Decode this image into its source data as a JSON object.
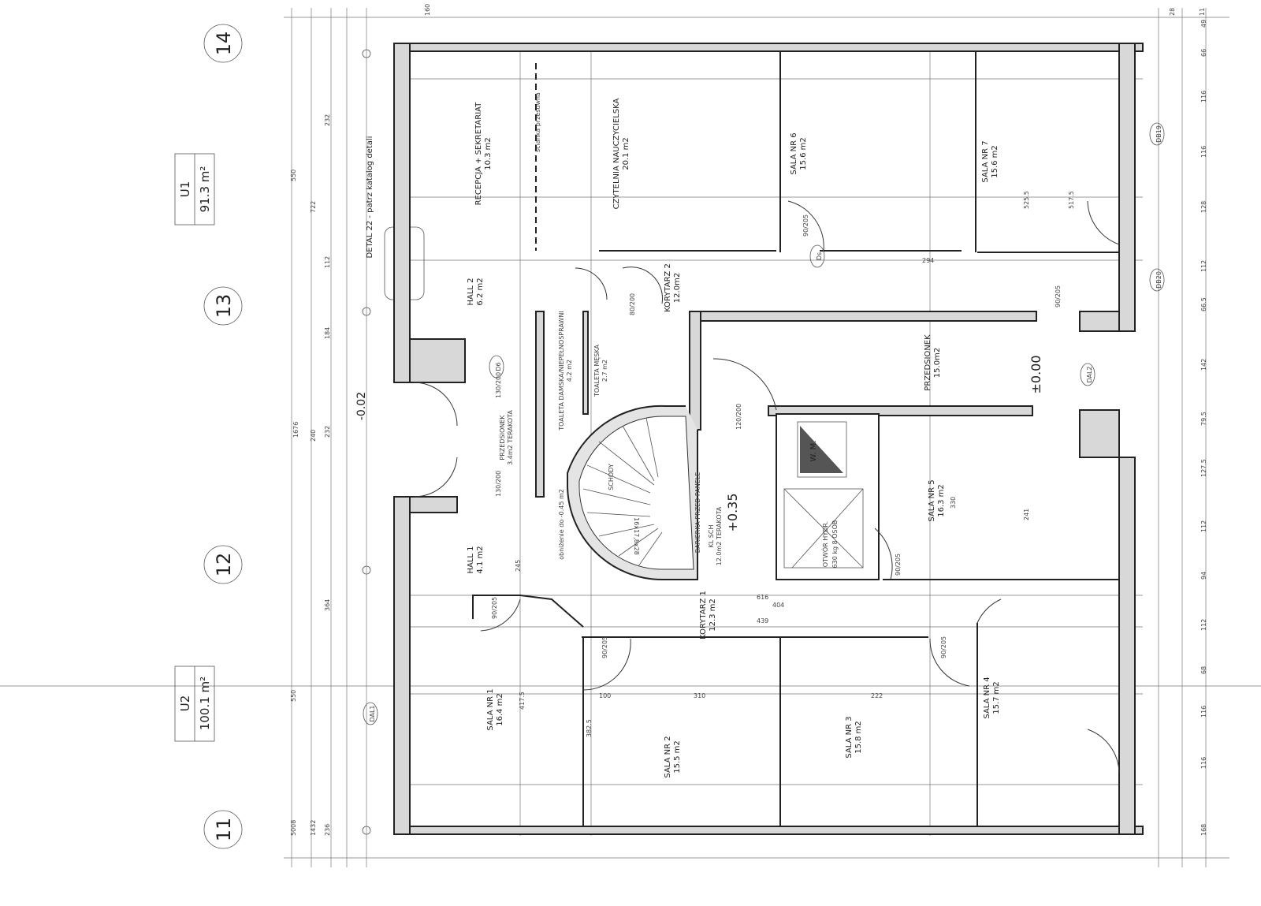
{
  "axes": [
    "14",
    "13",
    "12",
    "11"
  ],
  "units": [
    {
      "name": "U1",
      "area": "91.3 m²"
    },
    {
      "name": "U2",
      "area": "100.1 m²"
    }
  ],
  "detail_note": "DETAL 22 - patrz katalog detali",
  "rooms": [
    {
      "name": "RECEPCJA + SEKRETARIAT",
      "area": "10.3 m2"
    },
    {
      "name": "CZYTELNIA NAUCZYCIELSKA",
      "area": "20.1 m2"
    },
    {
      "name": "SALA NR 6",
      "area": "15.6 m2"
    },
    {
      "name": "SALA NR 7",
      "area": "15.6 m2"
    },
    {
      "name": "HALL 2",
      "area": "6.2 m2"
    },
    {
      "name": "KORYTARZ 2",
      "area": "12.0m2"
    },
    {
      "name": "TOALETA DAMSKA/NIEPEŁNOSPRAWNI",
      "area": "4.2 m2"
    },
    {
      "name": "TOALETA MĘSKA",
      "area": "2.7 m2"
    },
    {
      "name": "PRZEDSIONEK",
      "area": "3.4m2 TERAKOTA"
    },
    {
      "name": "PRZEDSIONEK",
      "area": "15.0m2"
    },
    {
      "name": "HALL 1",
      "area": "4.1 m2"
    },
    {
      "name": "KL SCH",
      "area": "12.0m2 TERAKOTA"
    },
    {
      "name": "SALA NR 5",
      "area": "16.3 m2"
    },
    {
      "name": "KORYTARZ 1",
      "area": "12.3 m2"
    },
    {
      "name": "SALA NR 1",
      "area": "16.4 m2"
    },
    {
      "name": "SALA NR 2",
      "area": "15.5 m2"
    },
    {
      "name": "SALA NR 3",
      "area": "15.8 m2"
    },
    {
      "name": "SALA NR 4",
      "area": "15.7 m2"
    }
  ],
  "labels": {
    "wm": "W. M.",
    "lift": "OTWÓR HYDR.",
    "lift_cap": "630 kg 8 OSÓB",
    "level_stair": "+0.35",
    "level_main": "±0.00",
    "level_entry": "-0.02",
    "sliding_wall": "ścianka przesuwna",
    "stairs": "SCHODY",
    "stair_spec": "16x17,8x28",
    "railing": "BARIERKA PRZED PANELE",
    "lowered": "obniżenie do -0.45 m2"
  },
  "doors": [
    "90/205",
    "90/205",
    "90/205",
    "120/200",
    "130/200",
    "130/200",
    "90/205",
    "90/205",
    "90/205",
    "80/200"
  ],
  "door_tags": [
    "Ds",
    "D6",
    "DAL1",
    "DAL2",
    "DB19",
    "DB20"
  ],
  "dimensions": {
    "top": [
      "11",
      "49",
      "160",
      "28",
      "66",
      "116",
      "116",
      "128",
      "112",
      "66.5",
      "142",
      "79.5",
      "127.5",
      "112",
      "94",
      "112",
      "68",
      "116",
      "116",
      "168"
    ],
    "left": [
      "550",
      "232",
      "722",
      "112",
      "184",
      "1676",
      "240",
      "232",
      "364",
      "550",
      "236",
      "1432",
      "5008"
    ],
    "interior": [
      "382.5",
      "417.5",
      "245",
      "310",
      "222",
      "100",
      "404",
      "439",
      "616",
      "517.5",
      "525.5",
      "294",
      "330",
      "241"
    ]
  }
}
